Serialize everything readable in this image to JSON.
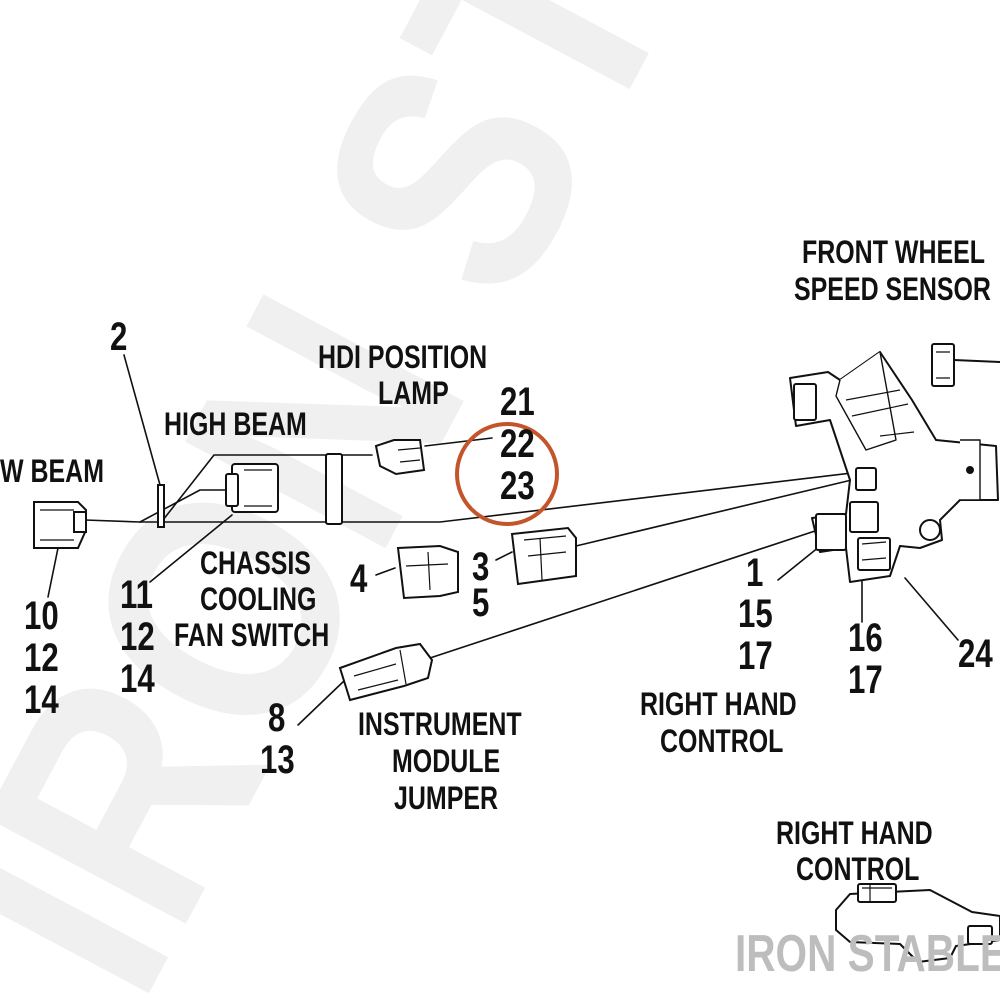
{
  "labels": {
    "low_beam": "W BEAM",
    "high_beam": "HIGH BEAM",
    "hdi_position_lamp_1": "HDI POSITION",
    "hdi_position_lamp_2": "LAMP",
    "front_wheel_speed_sensor_1": "FRONT WHEEL",
    "front_wheel_speed_sensor_2": "SPEED SENSOR",
    "chassis_cooling_fan_switch_1": "CHASSIS",
    "chassis_cooling_fan_switch_2": "COOLING",
    "chassis_cooling_fan_switch_3": "FAN SWITCH",
    "right_hand_control_a_1": "RIGHT HAND",
    "right_hand_control_a_2": "CONTROL",
    "instrument_module_jumper_1": "INSTRUMENT",
    "instrument_module_jumper_2": "MODULE",
    "instrument_module_jumper_3": "JUMPER",
    "right_hand_control_b_1": "RIGHT HAND",
    "right_hand_control_b_2": "CONTROL"
  },
  "callouts": {
    "c2": "2",
    "c21": "21",
    "c22": "22",
    "c23": "23",
    "c10": "10",
    "c12a": "12",
    "c14a": "14",
    "c11": "11",
    "c12b": "12",
    "c14b": "14",
    "c4": "4",
    "c3": "3",
    "c5": "5",
    "c1": "1",
    "c15": "15",
    "c17a": "17",
    "c16": "16",
    "c17b": "17",
    "c24": "24",
    "c8": "8",
    "c13": "13"
  },
  "highlight_color": "#c4552b",
  "line_color": "#111111",
  "watermark": {
    "big": "IRON ST",
    "small": "IRON STABLE",
    "color": "#bdbdbd"
  }
}
